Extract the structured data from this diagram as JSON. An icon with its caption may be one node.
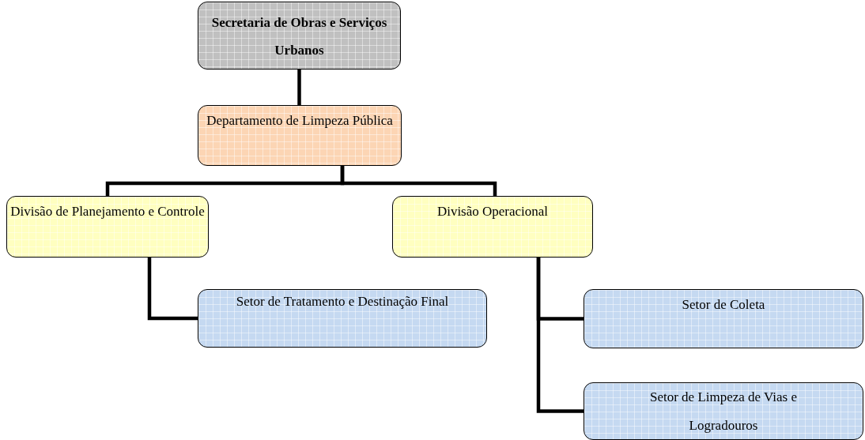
{
  "diagram": {
    "nodes": [
      {
        "text": [
          "Secretaria de Obras e Serviços Urbanos"
        ]
      },
      {
        "text": [
          "Departamento de Limpeza Pública"
        ]
      },
      {
        "text": [
          "Divisão de Planejamento e Controle"
        ]
      },
      {
        "text": [
          "Divisão Operacional"
        ]
      },
      {
        "text": [
          "Setor de Tratamento e Destinação Final"
        ]
      },
      {
        "text": [
          "Setor de Coleta"
        ]
      },
      {
        "text": [
          "Setor de Limpeza de Vias e Logradouros"
        ]
      }
    ],
    "edges": [
      {
        "from": 0,
        "to": 1,
        "arrow": "none"
      },
      {
        "from": 1,
        "to": 2,
        "arrow": "none"
      },
      {
        "from": 1,
        "to": 3,
        "arrow": "none"
      },
      {
        "from": 2,
        "to": 4,
        "arrow": "none"
      },
      {
        "from": 3,
        "to": 5,
        "arrow": "none"
      },
      {
        "from": 3,
        "to": 6,
        "arrow": "none"
      }
    ]
  }
}
